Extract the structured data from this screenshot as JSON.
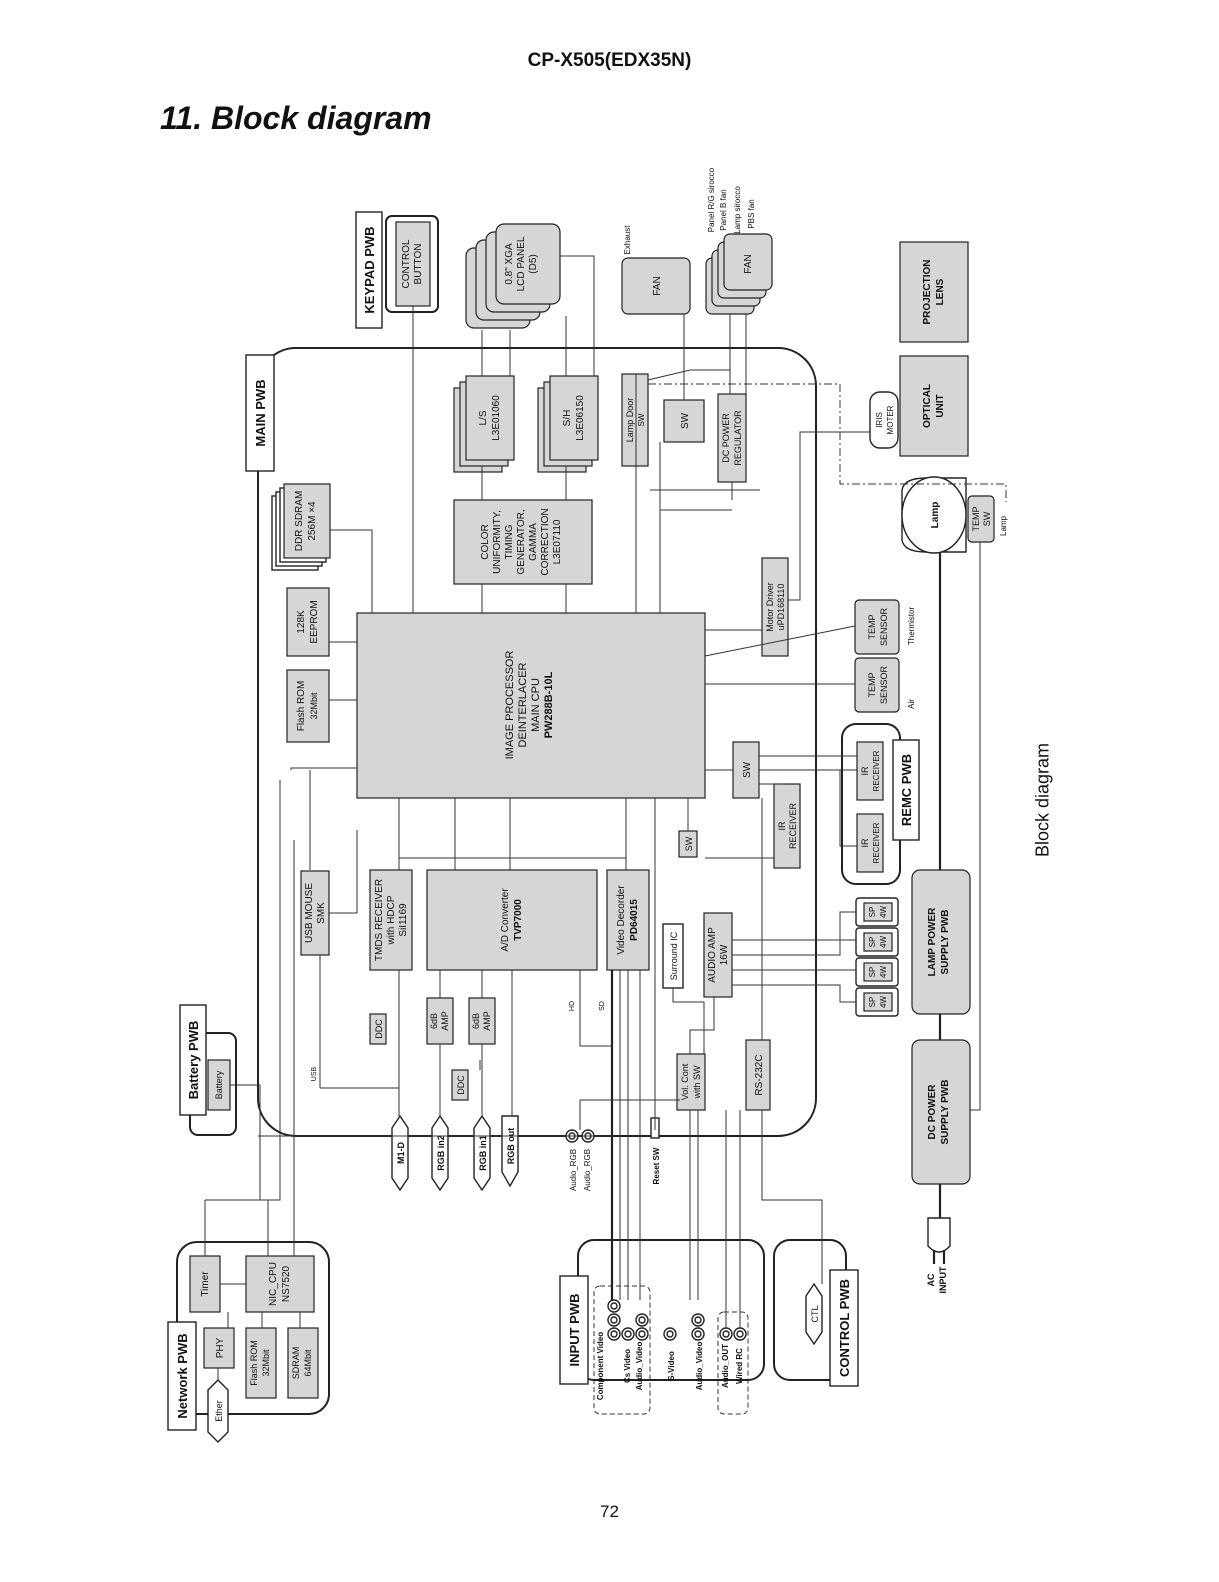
{
  "header": {
    "model": "CP-X505(EDX35N)"
  },
  "title": "11. Block diagram",
  "page_number": "72",
  "side_caption": "Block diagram",
  "pwbs": {
    "keypad": "KEYPAD PWB",
    "main": "MAIN PWB",
    "battery": "Battery PWB",
    "network": "Network PWB",
    "input": "INPUT PWB",
    "control": "CONTROL PWB",
    "remc": "REMC PWB",
    "lamp_power": [
      "LAMP POWER",
      "SUPPLY PWB"
    ],
    "dc_power": [
      "DC POWER",
      "SUPPLY PWB"
    ]
  },
  "blocks": {
    "control_button": [
      "CONTROL",
      "BUTTON"
    ],
    "lcd_panel": [
      "0.8\" XGA",
      "LCD PANEL",
      "(D5)"
    ],
    "ls": [
      "L/S",
      "L3E01060"
    ],
    "sh": [
      "S/H",
      "L3E06150"
    ],
    "color_unit": [
      "COLOR",
      "UNIFORMITY,",
      "TIMING",
      "GENERATOR,",
      "GAMMA",
      "CORRECTION",
      "L3E07110"
    ],
    "ddr_sdram": [
      "DDR SDRAM",
      "256M ×4"
    ],
    "eeprom": [
      "128K",
      "EEPROM"
    ],
    "flash_rom": [
      "Flash ROM",
      "32Mbit"
    ],
    "image_processor": [
      "IMAGE PROCESSOR",
      "DEINTERLACER",
      "MAIN CPU",
      "PW288B-10L"
    ],
    "usb_mouse": [
      "USB MOUSE",
      "SMK"
    ],
    "tmds": [
      "TMDS RECEIVER",
      "with HDCP",
      "SiI1169"
    ],
    "ad_converter": [
      "A/D Converter",
      "TVP7000"
    ],
    "video_decoder": [
      "Video Decorder",
      "PD64015"
    ],
    "surround_ic": "Surround IC",
    "audio_amp": [
      "AUDIO AMP",
      "16W"
    ],
    "amp1": [
      "6dB",
      "AMP"
    ],
    "amp2": [
      "6dB",
      "AMP"
    ],
    "ddc": "DDC",
    "vol_cont": [
      "Vol. Cont",
      "with SW"
    ],
    "rs232c": "RS-232C",
    "sw": "SW",
    "ir_receiver": [
      "IR",
      "RECEIVER"
    ],
    "lamp_door_sw": [
      "Lamp Door",
      "SW"
    ],
    "dc_power_regulator": [
      "DC POWER",
      "REGULATOR"
    ],
    "fan": "FAN",
    "motor_driver": [
      "Motor Driver",
      "uPD168110"
    ],
    "temp_sensor": [
      "TEMP",
      "SENSOR"
    ],
    "iris_motor": [
      "IRIS",
      "MOTER"
    ],
    "optical_unit": [
      "OPTICAL",
      "UNIT"
    ],
    "projection_lens": [
      "PROJECTION",
      "LENS"
    ],
    "lamp": "Lamp",
    "temp_sw": [
      "TEMP",
      "SW"
    ],
    "speaker": [
      "SP",
      "4W"
    ],
    "battery": "Battery",
    "timer": "Timer",
    "nic_cpu": [
      "NIC_CPU",
      "NS7520"
    ],
    "phy": "PHY",
    "net_flash": [
      "Flash ROM",
      "32Mbit"
    ],
    "net_sdram": [
      "SDRAM",
      "64Mbit"
    ]
  },
  "labels": {
    "exhaust": "Exhaust",
    "fan_group": [
      "Panel R/G sirocco",
      "Panel B fan",
      "Lamp sirocco",
      "PBS fan"
    ],
    "thermistor": "Thermistor",
    "air": "Air",
    "lamp_small": "Lamp",
    "usb": "USB",
    "hd": "HD",
    "sd": "SD",
    "connectors": [
      "M1-D",
      "RGB in2",
      "RGB in1",
      "RGB out"
    ],
    "audio_rgb": [
      "Audio_RGB",
      "Audio_RGB"
    ],
    "reset_sw": "Reset SW",
    "input_connectors": [
      "Component Video",
      "Cs Video",
      "Audio_Video",
      "S-Video",
      "Audio_Video",
      "Audio_OUT",
      "Wired RC"
    ],
    "ctl": "CTL",
    "ether": "Ether",
    "ac_input": [
      "AC",
      "INPUT"
    ]
  }
}
